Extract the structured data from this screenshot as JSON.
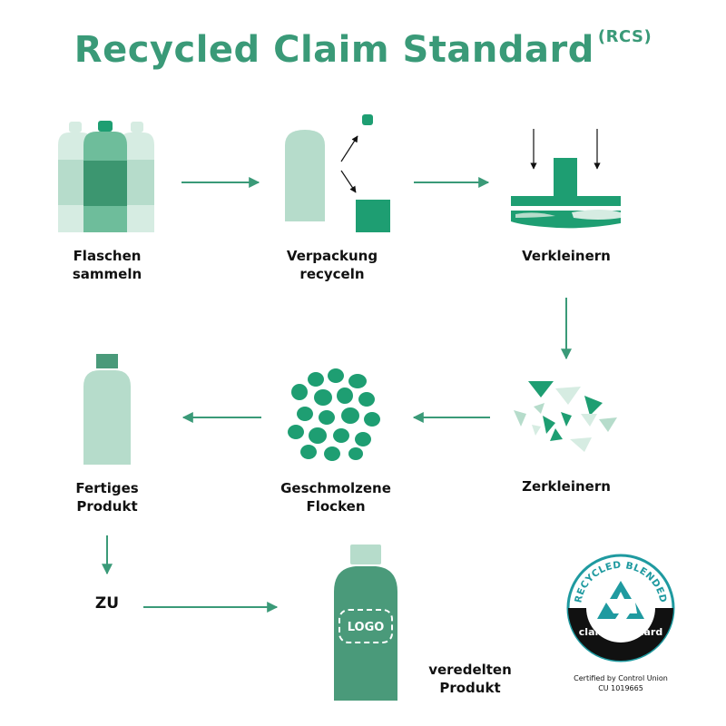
{
  "title": {
    "text": "Recycled Claim Standard",
    "abbr": "(RCS)"
  },
  "steps": {
    "collect": {
      "line1": "Flaschen",
      "line2": "sammeln"
    },
    "recycle": {
      "line1": "Verpackung",
      "line2": "recyceln"
    },
    "shred": {
      "line1": "Verkleinern"
    },
    "crush": {
      "line1": "Zerkleinern"
    },
    "melt": {
      "line1": "Geschmolzene",
      "line2": "Flocken"
    },
    "finished": {
      "line1": "Fertiges",
      "line2": "Produkt"
    }
  },
  "conversion": {
    "word": "ZU",
    "bottle_logo": "LOGO",
    "line1": "veredelten",
    "line2": "Produkt"
  },
  "seal": {
    "arc_top": "RECYCLED BLENDED",
    "arc_bottom": "claim standard",
    "certified_line1": "Certified by Control Union",
    "certified_line2": "CU 1019665"
  },
  "colors": {
    "dark_green": "#1e9e72",
    "mid_green": "#4a9a7a",
    "pale_green": "#b6dccb",
    "light_green": "#d6ece2",
    "text": "#111111"
  }
}
